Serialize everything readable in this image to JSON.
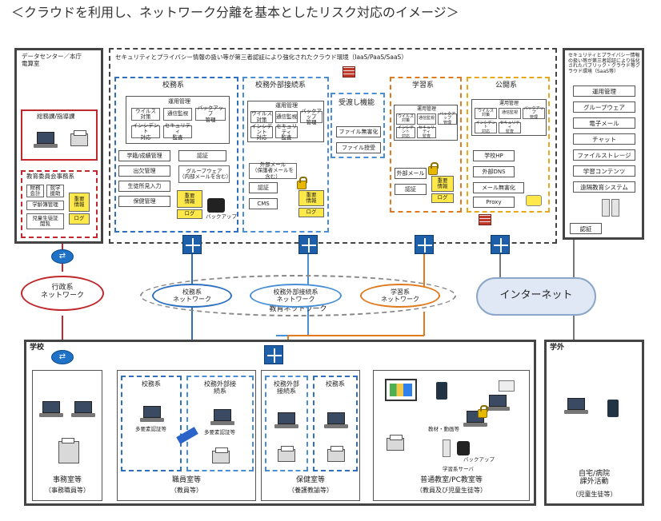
{
  "title": "＜クラウドを利用し、ネットワーク分離を基本としたリスク対応のイメージ＞",
  "datacenter": {
    "label": "データセンター／本庁\n電算室",
    "soumu": "総務課/指導課",
    "kyoiku": "教育委員会事務系",
    "kyoiku_items": [
      "財務\n会計",
      "就学\n援助",
      "学齢簿管理",
      "児童生徒証\n閲覧"
    ],
    "kyoiku_db": "重要\n情報",
    "kyoiku_log": "ログ"
  },
  "cloud": {
    "label": "セキュリティとプライバシー情報の扱い等が第三者認証により強化されたクラウド環境（IaaS/PaaS/SaaS）",
    "koumu": {
      "title": "校務系",
      "ops_title": "運用管理",
      "ops": [
        "ウイルス\n対策",
        "通信監視",
        "バックアップ\n管理",
        "インシデント\n対応",
        "セキュリティ\n監査"
      ],
      "services": [
        "学籍/成績管理",
        "出欠管理",
        "生徒所見入力",
        "保健管理"
      ],
      "auth": "認証",
      "groupware": "グループウェア\n（内部メールを含む）",
      "db": "重要\n情報",
      "log": "ログ",
      "backup": "バックアップ"
    },
    "koumu_ext": {
      "title": "校務外部接続系",
      "ops_title": "運用管理",
      "ops": [
        "ウイルス\n対策",
        "通信監視",
        "バックアップ\n管理",
        "インシデント\n対応",
        "セキュリティ\n監査"
      ],
      "mail": "外部メール\n（保護者メールを含む）",
      "auth": "認証",
      "cms": "CMS",
      "db": "重要\n情報",
      "log": "ログ"
    },
    "handoff": {
      "title": "受渡し機能",
      "items": [
        "ファイル無害化",
        "ファイル授受"
      ]
    },
    "gakushu": {
      "title": "学習系",
      "ops_title": "運用管理",
      "ops": [
        "ウイルス\n対策",
        "通信監視",
        "バックアップ\n管理",
        "インシデント\n対応",
        "セキュリティ\n監査"
      ],
      "mail": "外部メール",
      "auth": "認証",
      "db": "重要\n情報",
      "log": "ログ"
    },
    "koukai": {
      "title": "公開系",
      "ops_title": "運用管理",
      "ops": [
        "ウイルス\n対策",
        "通信監視",
        "バックアップ\n管理",
        "インシデント\n対応",
        "セキュリティ\n監査"
      ],
      "items": [
        "学校HP",
        "外部DNS",
        "メール無害化",
        "Proxy"
      ]
    }
  },
  "public_cloud": {
    "label": "セキュリティとプライバシー情報の扱い等が第三者認証により強化されたパブリック・クラウド等クラウド環境（SaaS等）",
    "items": [
      "運用管理",
      "グループウェア",
      "電子メール",
      "チャット",
      "ファイルストレージ",
      "学習コンテンツ",
      "遠隔教育システム"
    ],
    "auth": "認証"
  },
  "networks": {
    "gyosei": "行政系\nネットワーク",
    "koumu": "校務系\nネットワーク",
    "koumu_ext": "校務外部接続系\nネットワーク",
    "gakushu": "学習系\nネットワーク",
    "kyoiku": "教育ネットワーク",
    "internet": "インターネット"
  },
  "school": {
    "label": "学校",
    "rooms": [
      {
        "name": "事務室等",
        "sub": "（事務職員等）"
      },
      {
        "name": "職員室等",
        "sub": "（教員等）"
      },
      {
        "name": "保健室等",
        "sub": "（養護教諭等）"
      },
      {
        "name": "普通教室/PC教室等",
        "sub": "（教員及び児童生徒等）"
      }
    ],
    "staff_koumu": "校務系",
    "staff_ext": "校務外部接\n続系",
    "mfa": "多要素認証等",
    "hoken_ext": "校務外部\n接続系",
    "hoken_koumu": "校務系",
    "material": "教材・動画等",
    "backup": "バックアップ",
    "server": "学習系サーバ"
  },
  "outside": {
    "label": "学外",
    "place": "自宅/病院\n課外活動",
    "sub": "（児童生徒等）"
  },
  "colors": {
    "koumu": "#2e6fbf",
    "koumu_ext": "#4a8fd6",
    "gakushu": "#e07a1f",
    "koukai": "#e8a81a",
    "admin": "#c0282d"
  }
}
